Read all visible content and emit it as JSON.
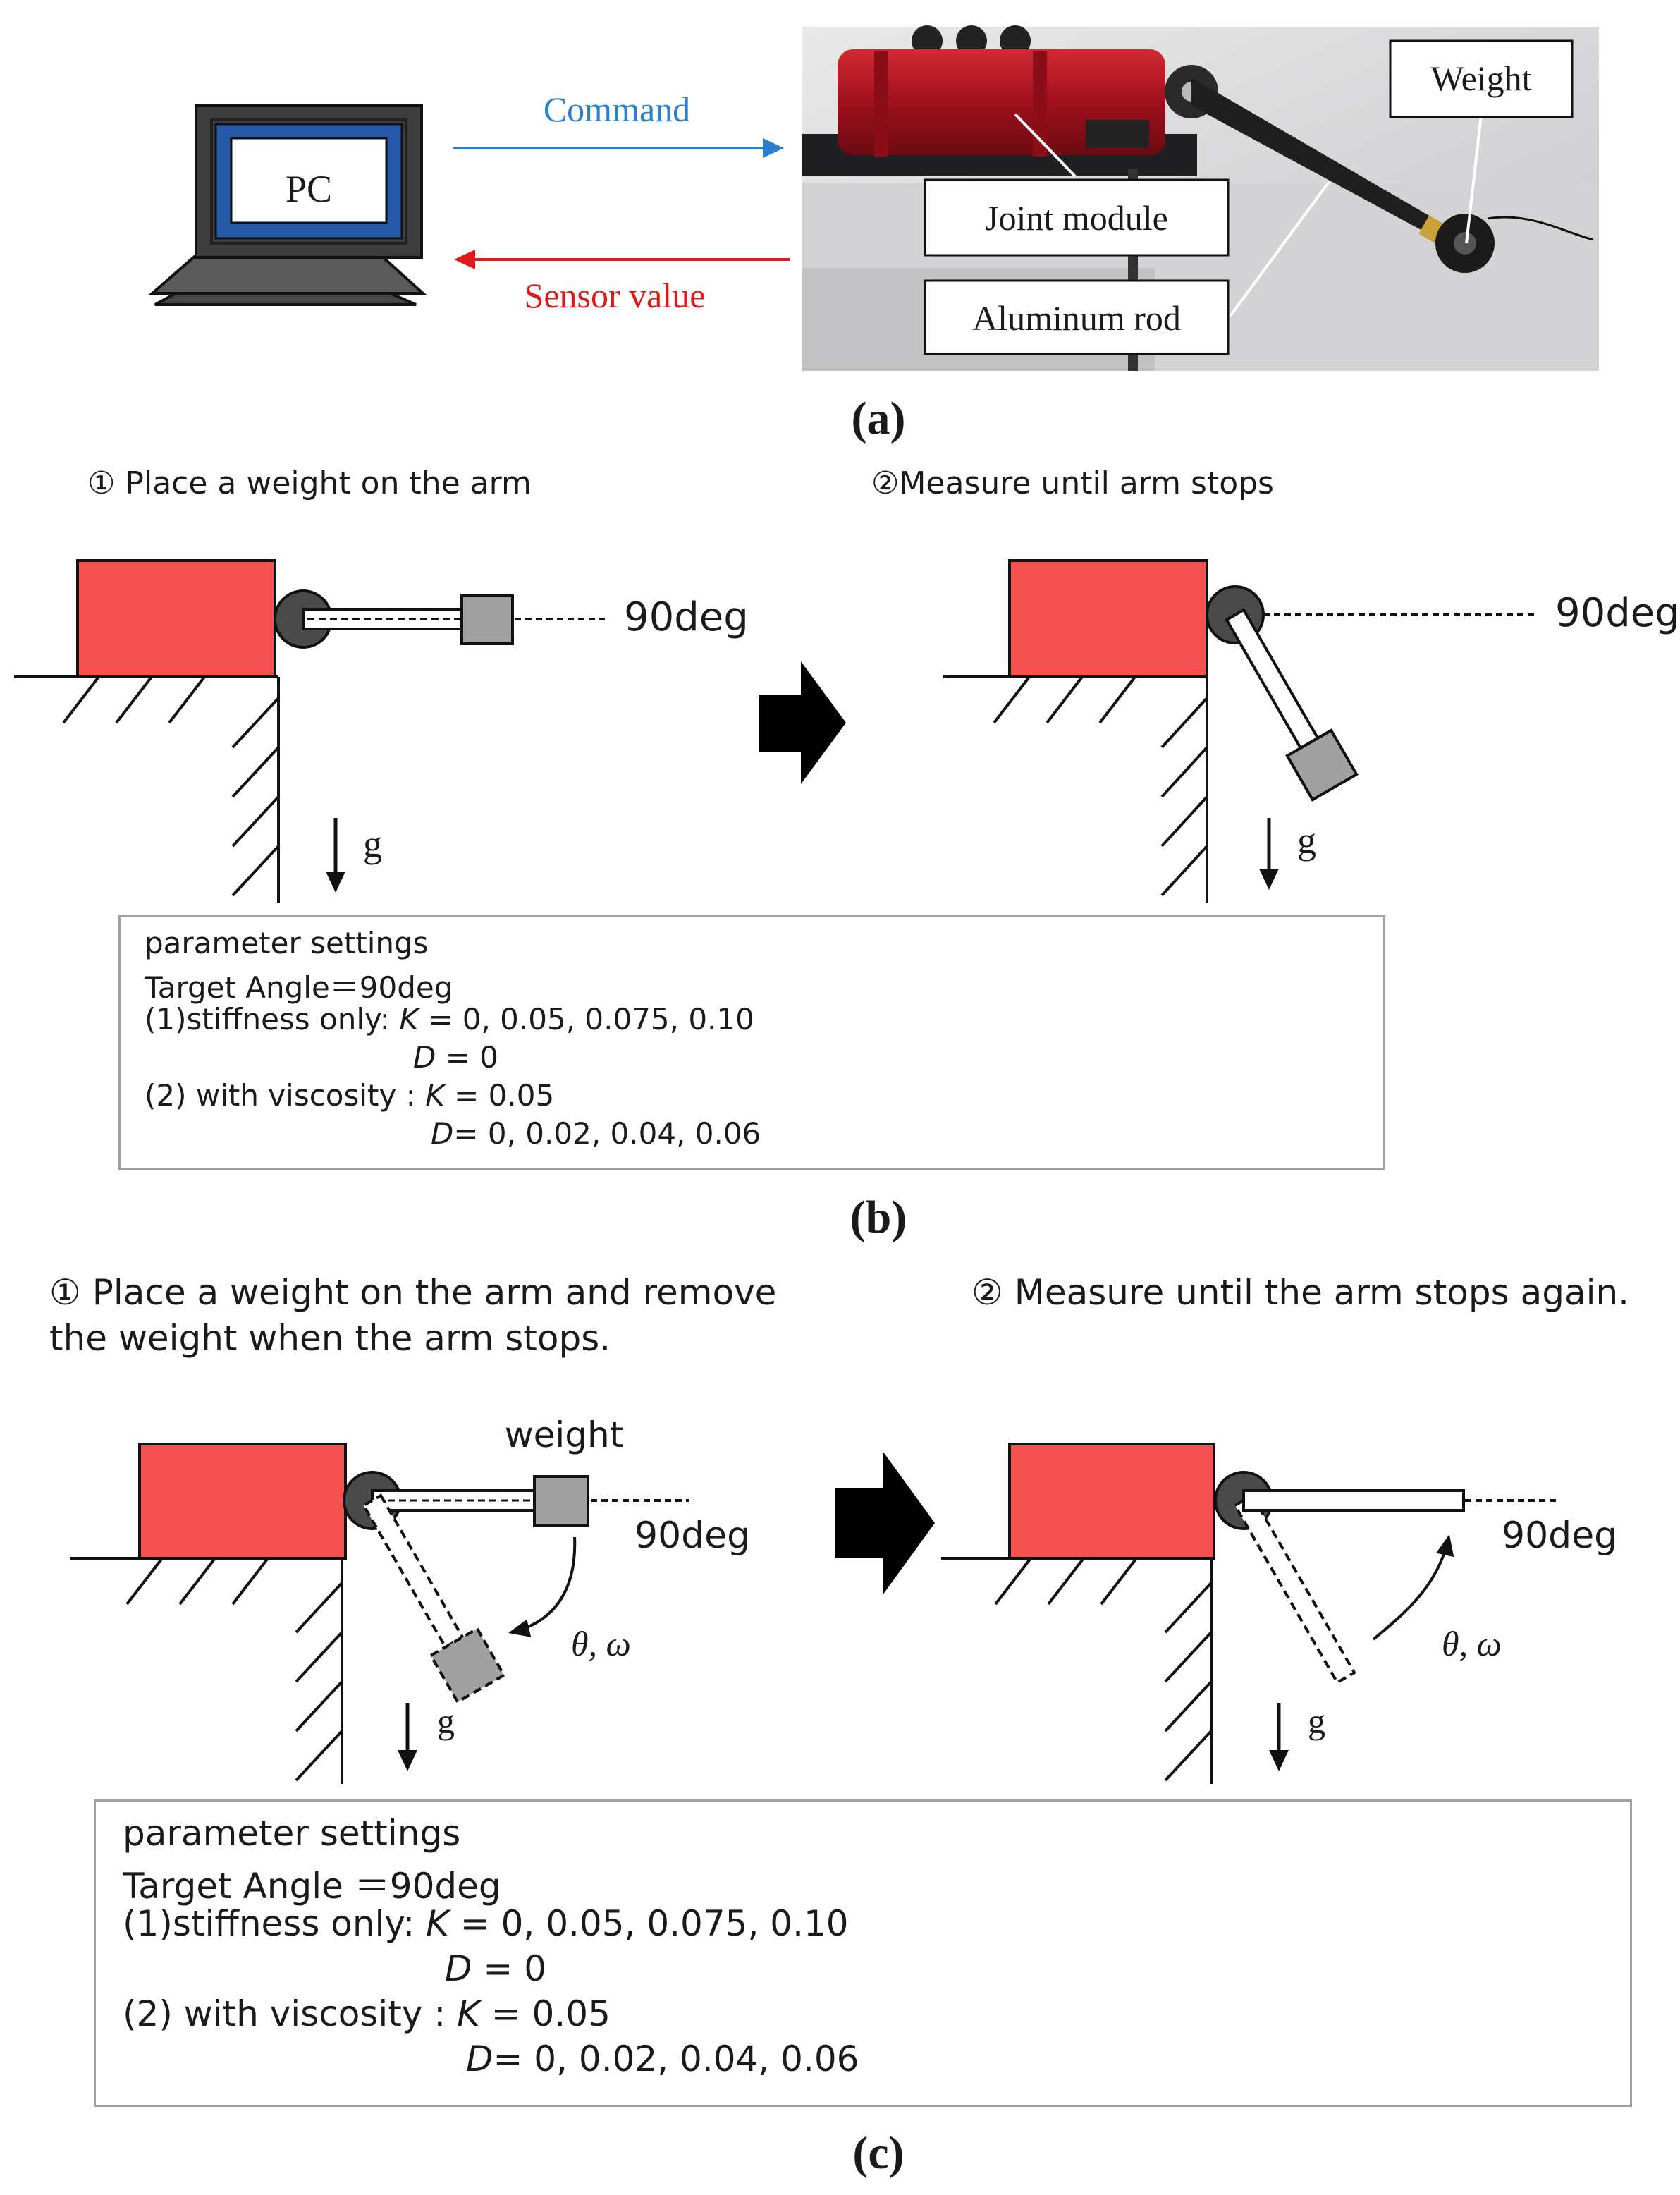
{
  "panel_a": {
    "pc_label": "PC",
    "command_label": "Command",
    "sensor_label": "Sensor value",
    "weight_label": "Weight",
    "joint_label": "Joint module",
    "rod_label": "Aluminum rod",
    "caption": "(a)",
    "colors": {
      "command": "#2a7fd0",
      "sensor": "#e01818"
    }
  },
  "panel_b": {
    "step1": "① Place a weight on the arm",
    "step2": "②Measure until arm stops",
    "angle_left": "90deg",
    "angle_right": "90deg",
    "g_left": "g",
    "g_right": "g",
    "params": {
      "title": "parameter settings",
      "target": "Target Angle＝90deg",
      "line1_prefix": "(1)stiffness only: ",
      "line1_k": "K",
      "line1_rest": " = 0, 0.05, 0.075, 0.10",
      "line2_d": "D",
      "line2_rest": " = 0",
      "line3_prefix": "(2) with viscosity : ",
      "line3_k": "K",
      "line3_rest": " = 0.05",
      "line4_d": "D",
      "line4_rest": "= 0, 0.02, 0.04, 0.06"
    },
    "caption": "(b)"
  },
  "panel_c": {
    "step1_line1": "① Place a weight on the arm and remove",
    "step1_line2": "the weight when the arm stops.",
    "step2": "② Measure until the arm stops again.",
    "weight_label": "weight",
    "angle_left": "90deg",
    "angle_right": "90deg",
    "theta_left": "θ, ω",
    "theta_right": "θ, ω",
    "g_left": "g",
    "g_right": "g",
    "params": {
      "title": "parameter settings",
      "target": "Target Angle ＝90deg",
      "line1_prefix": "(1)stiffness only: ",
      "line1_k": "K",
      "line1_rest": " = 0, 0.05, 0.075, 0.10",
      "line2_d": "D",
      "line2_rest": " = 0",
      "line3_prefix": "(2) with viscosity : ",
      "line3_k": "K",
      "line3_rest": " = 0.05",
      "line4_d": "D",
      "line4_rest": "= 0, 0.02, 0.04, 0.06"
    },
    "caption": "(c)"
  },
  "colors": {
    "module": "#f45050",
    "weight": "#a0a0a0",
    "joint": "#4a4a4a",
    "arrow": "#000000"
  }
}
